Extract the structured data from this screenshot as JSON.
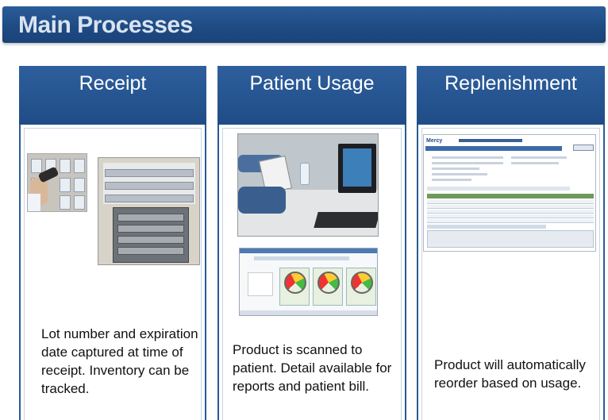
{
  "header": {
    "title": "Main Processes"
  },
  "columns": [
    {
      "heading": "Receipt",
      "description": "Lot number and expiration date captured at time of receipt.   Inventory can be tracked."
    },
    {
      "heading": "Patient Usage",
      "description": "Product is scanned to patient.   Detail available for reports and patient bill."
    },
    {
      "heading": "Replenishment",
      "description": "Product will automatically reorder based on usage."
    }
  ],
  "replenishment_screenshot": {
    "logo_text": "Mercy"
  },
  "colors": {
    "header_blue": "#1f4c86",
    "border_blue": "#2a5a94"
  }
}
